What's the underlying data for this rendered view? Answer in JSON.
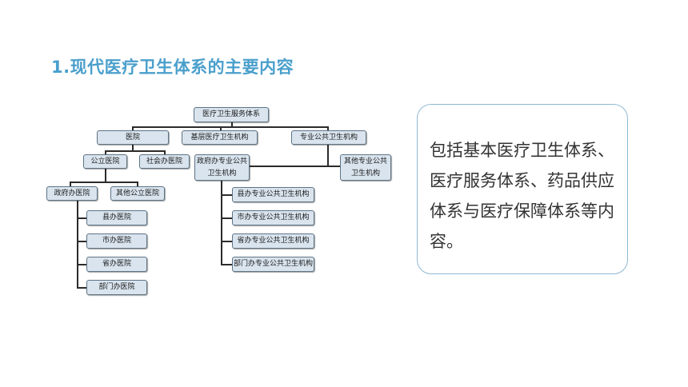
{
  "slide": {
    "title": "1.现代医疗卫生体系的主要内容"
  },
  "org_chart": {
    "root": "医疗卫生服务体系",
    "hospital": "医院",
    "public_hospital": "公立医院",
    "social_hospital": "社会办医院",
    "gov_hospital": "政府办医院",
    "other_public_hospital": "其他公立医院",
    "county_hospital": "县办医院",
    "city_hospital": "市办医院",
    "province_hospital": "省办医院",
    "department_hospital": "部门办医院",
    "primary_care": "基层医疗卫生机构",
    "public_health": "专业公共卫生机构",
    "gov_public_health": "政府办专业公共卫生机构",
    "other_public_health": "其他专业公共卫生机构",
    "county_public_health": "县办专业公共卫生机构",
    "city_public_health": "市办专业公共卫生机构",
    "province_public_health": "省办专业公共卫生机构",
    "department_public_health": "部门办专业公共卫生机构"
  },
  "summary": {
    "text": "包括基本医疗卫生体系、医疗服务体系、药品供应体系与医疗保障体系等内容。"
  },
  "colors": {
    "title": "#4a9fcc",
    "node_fill": "#d9e4ee",
    "node_border": "#5e7384",
    "summary_border": "#8fb9d6"
  }
}
